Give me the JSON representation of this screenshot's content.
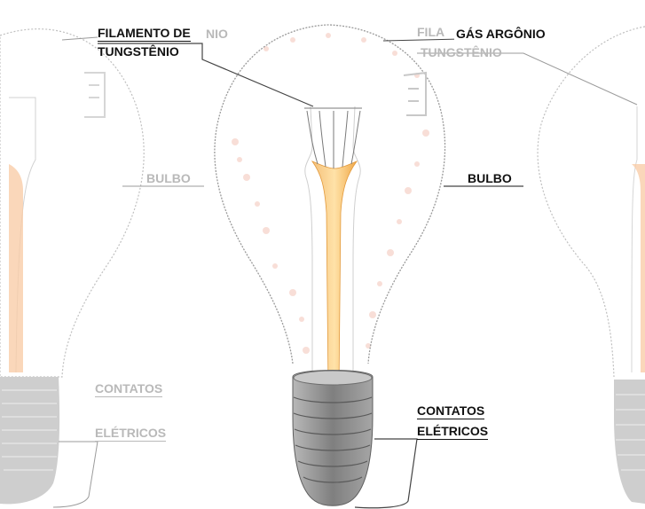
{
  "diagram": {
    "labels": {
      "filament_line1": "FILAMENTO DE",
      "filament_line2": "TUNGSTÊNIO",
      "gas": "GÁS ARGÔNIO",
      "bulb": "BULBO",
      "contacts_line1": "CONTATOS",
      "contacts_line2": "ELÉTRICOS"
    },
    "ghost_labels": {
      "left_gas_tail": "NIO",
      "left_bulb": "BULBO",
      "left_contacts_line1": "CONTATOS",
      "left_contacts_line2": "ELÉTRICOS",
      "right_filament_head": "FILA",
      "right_filament_line2": "TUNGSTÊNIO"
    },
    "colors": {
      "outline": "#9a9a9a",
      "leader": "#444444",
      "ghost_text": "#b9b9b9",
      "label_text": "#111111",
      "filament": "#f6b25a",
      "glow": "#f3c4b8",
      "base": "#8e8e8e"
    }
  }
}
